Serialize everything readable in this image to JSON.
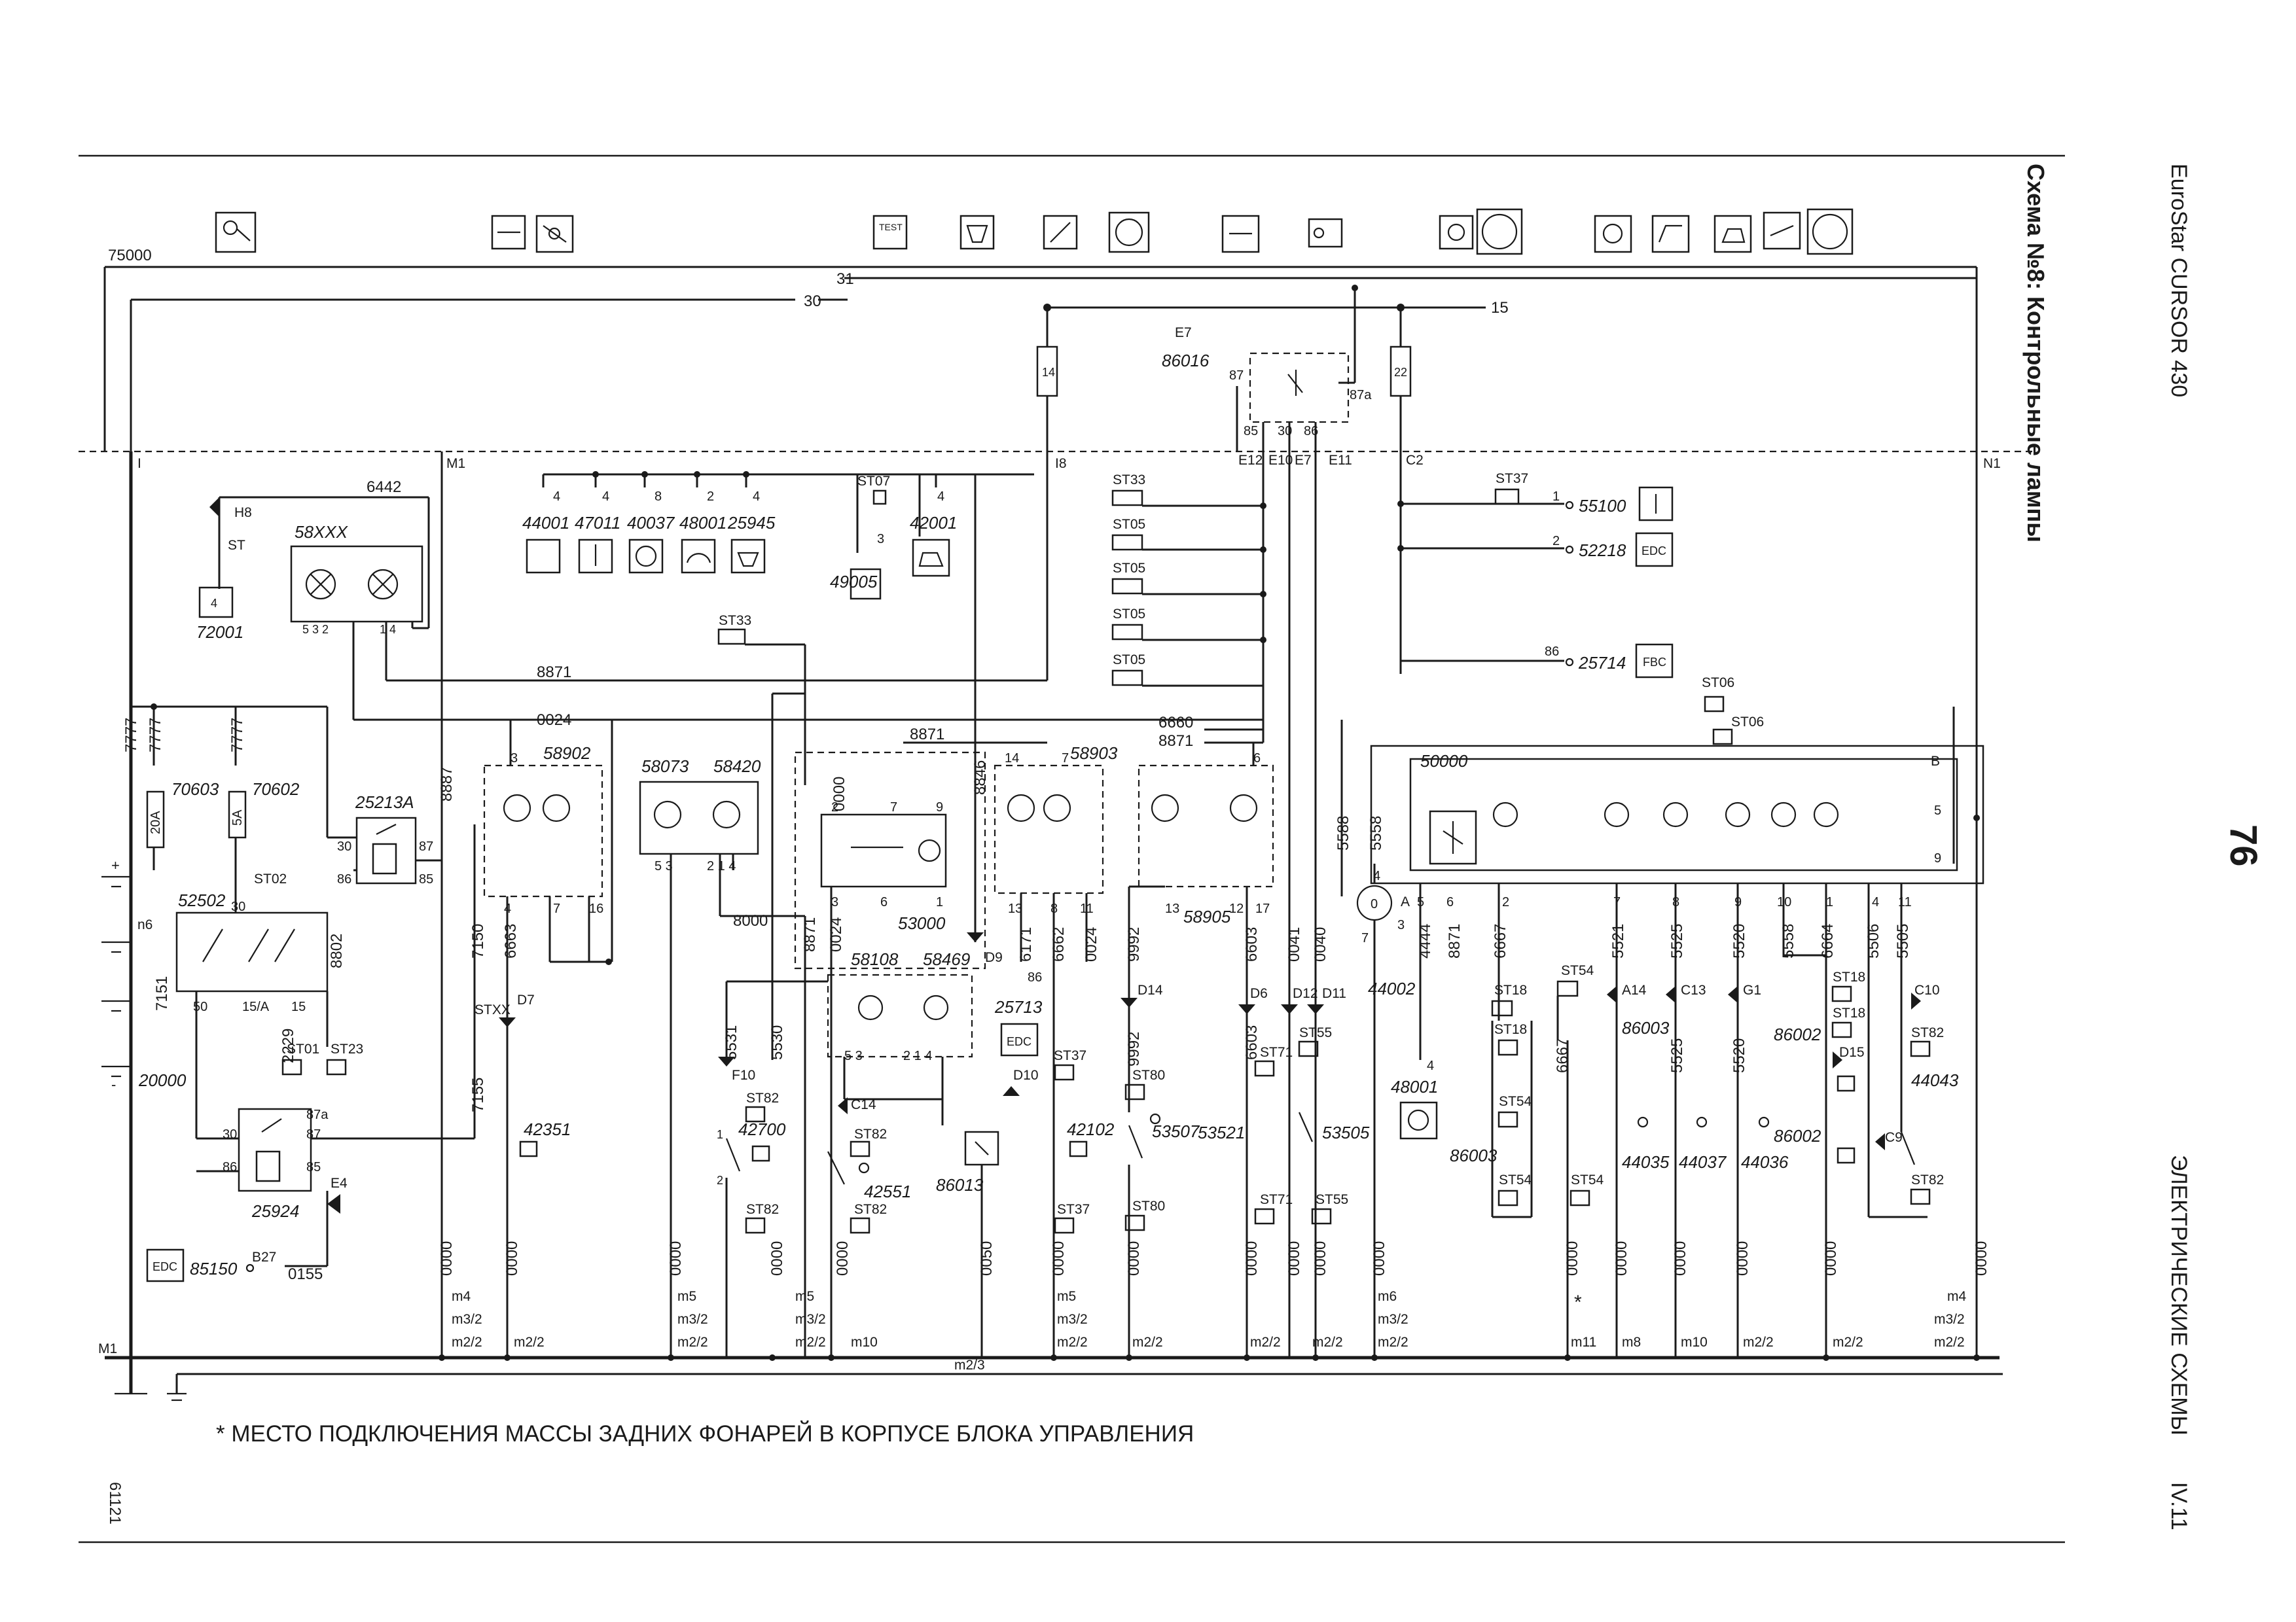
{
  "header": {
    "title": "Схема №8: Контрольные лампы",
    "brand": "EuroStar CURSOR 430",
    "page_number": "76",
    "section": "ЭЛЕКТРИЧЕСКИЕ СХЕМЫ",
    "section_code": "IV.11"
  },
  "footer": {
    "footnote": "* МЕСТО ПОДКЛЮЧЕНИЯ МАССЫ ЗАДНИХ ФОНАРЕЙ В КОРПУСЕ БЛОКА УПРАВЛЕНИЯ",
    "sheet_code": "61121"
  },
  "buses": {
    "b75000": "75000",
    "b31": "31",
    "b30": "30",
    "b15": "15",
    "w6442": "6442",
    "w8871": "8871",
    "w0024": "0024",
    "w6660": "6660",
    "w8000": "8000",
    "w8887": "8887",
    "w7150": "7150",
    "w6663": "6663",
    "w8846": "8846",
    "w6171": "6171",
    "w6662": "6662",
    "w9992": "9992",
    "w6603": "6603",
    "w0041": "0041",
    "w0040": "0040",
    "w5588": "5588",
    "w5558": "5558",
    "w4444": "4444",
    "w6667": "6667",
    "w5521": "5521",
    "w5525": "5525",
    "w5520": "5520",
    "w5506": "5506",
    "w5505": "5505",
    "w6664": "6664",
    "w7777a": "7777",
    "w7777b": "7777",
    "w7777c": "7777",
    "w7151": "7151",
    "w7155": "7155",
    "w8802": "8802",
    "w2229": "2229",
    "w5531": "5531",
    "w5530": "5530",
    "w0000": "0000",
    "w0050": "0050",
    "w0155": "0155"
  },
  "nodes": {
    "I": "I",
    "M1": "M1",
    "I8": "I8",
    "E12": "E12",
    "E10": "E10",
    "E7": "E7",
    "E11": "E11",
    "C2": "C2",
    "N1": "N1",
    "M1b": "M1"
  },
  "components": {
    "c72001": "72001",
    "c58XXX": "58XXX",
    "c44001": "44001",
    "c47011": "47011",
    "c40037": "40037",
    "c48001a": "48001",
    "c25945": "25945",
    "c49005": "49005",
    "c42001": "42001",
    "c86016": "86016",
    "c55100": "55100",
    "c52218": "52218",
    "c25714": "25714",
    "c58902": "58902",
    "c58073": "58073",
    "c58420": "58420",
    "c53000": "53000",
    "c58903": "58903",
    "c58905": "58905",
    "c58108": "58108",
    "c58469": "58469",
    "c25713": "25713",
    "c86013": "86013",
    "c42102": "42102",
    "c53507": "53507",
    "c53521": "53521",
    "c53505": "53505",
    "c44002": "44002",
    "c48001b": "48001",
    "c50000": "50000",
    "c86003a": "86003",
    "c86003b": "86003",
    "c44035": "44035",
    "c44037": "44037",
    "c44036": "44036",
    "c86002a": "86002",
    "c86002b": "86002",
    "c44043": "44043",
    "c70603": "70603",
    "c70602": "70602",
    "c25213A": "25213A",
    "c52502": "52502",
    "c42351": "42351",
    "c42700": "42700",
    "c42551": "42551",
    "c25924": "25924",
    "c85150": "85150",
    "c20000": "20000"
  },
  "labels": {
    "ST": "ST",
    "H8": "H8",
    "E7lbl": "E7",
    "fuse20A": "20A",
    "fuse5A": "5A",
    "ST02": "ST02",
    "ST01": "ST01",
    "ST23": "ST23",
    "STXX": "STXX",
    "ST33a": "ST33",
    "ST05a": "ST05",
    "ST05b": "ST05",
    "ST05c": "ST05",
    "ST05d": "ST05",
    "ST07": "ST07",
    "ST33b": "ST33",
    "ST37a": "ST37",
    "ST37b": "ST37",
    "ST37c": "ST37",
    "ST06a": "ST06",
    "ST06b": "ST06",
    "ST80a": "ST80",
    "ST80b": "ST80",
    "ST71a": "ST71",
    "ST71b": "ST71",
    "ST55a": "ST55",
    "ST55b": "ST55",
    "ST82a": "ST82",
    "ST82b": "ST82",
    "ST82c": "ST82",
    "ST82d": "ST82",
    "ST82e": "ST82",
    "ST82f": "ST82",
    "ST18a": "ST18",
    "ST18b": "ST18",
    "ST18c": "ST18",
    "ST18d": "ST18",
    "ST54a": "ST54",
    "ST54b": "ST54",
    "ST54c": "ST54",
    "ST54d": "ST54",
    "EDC": "EDC",
    "FBC": "FBC",
    "TEST": "TEST",
    "D7": "D7",
    "D9": "D9",
    "D10": "D10",
    "D14": "D14",
    "D6": "D6",
    "D12": "D12",
    "D11": "D11",
    "D15": "D15",
    "F10": "F10",
    "C14": "C14",
    "C13": "C13",
    "C10": "C10",
    "C9": "C9",
    "A14": "A14",
    "G1": "G1",
    "E4": "E4",
    "B27": "B27",
    "ground_m4": "m4",
    "ground_m5": "m5",
    "ground_m6": "m6",
    "ground_m10": "m10",
    "ground_m11": "m11",
    "ground_m8": "m8",
    "ground_m32": "m3/2",
    "ground_m22": "m2/2",
    "ground_m23": "m2/3",
    "n6": "n6",
    "B": "B",
    "A": "A",
    "star": "*"
  }
}
